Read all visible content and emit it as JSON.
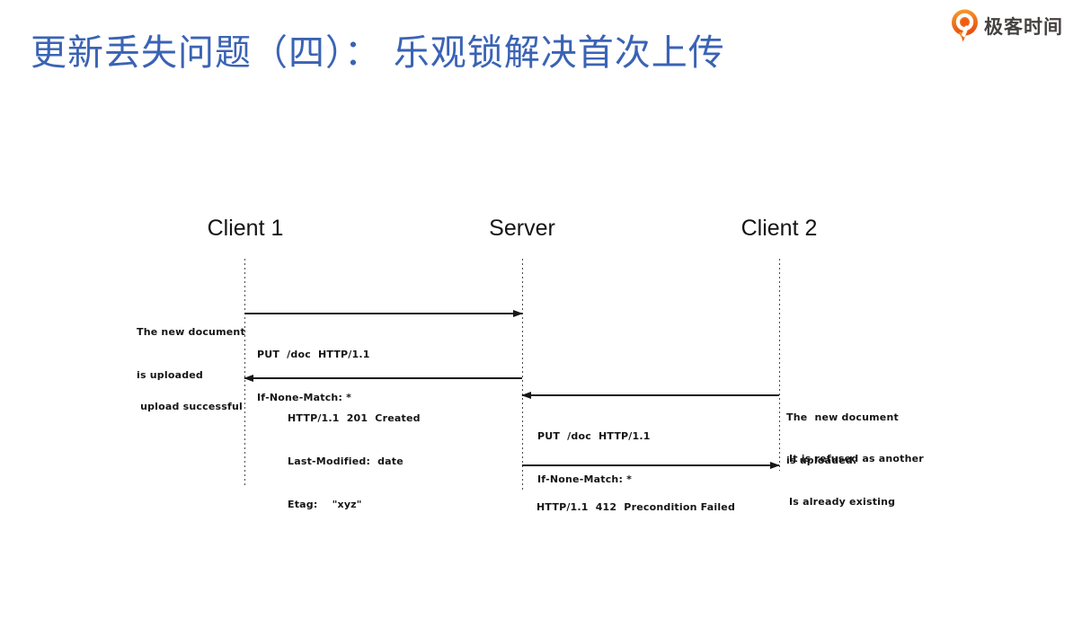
{
  "slide": {
    "title": "更新丢失问题（四）： 乐观锁解决首次上传",
    "title_color": "#3a63b4",
    "brand_name": "极客时间",
    "brand_color": "#ee5d13"
  },
  "diagram": {
    "type": "sequence",
    "actors": [
      {
        "label": "Client 1"
      },
      {
        "label": "Server"
      },
      {
        "label": "Client 2"
      }
    ],
    "messages": [
      {
        "from": "Client 1",
        "to": "Server",
        "lines": [
          "PUT  /doc  HTTP/1.1",
          "If-None-Match: *"
        ]
      },
      {
        "from": "Server",
        "to": "Client 1",
        "lines": [
          "HTTP/1.1  201  Created",
          "Last-Modified:  date",
          "Etag:    \"xyz\""
        ]
      },
      {
        "from": "Client 2",
        "to": "Server",
        "lines": [
          "PUT  /doc  HTTP/1.1",
          "If-None-Match: *"
        ]
      },
      {
        "from": "Server",
        "to": "Client 2",
        "lines": [
          "HTTP/1.1  412  Precondition Failed"
        ]
      }
    ],
    "notes": [
      {
        "side": "left",
        "lines": [
          "The new document",
          "is uploaded"
        ]
      },
      {
        "side": "left",
        "lines": [
          "upload successful"
        ]
      },
      {
        "side": "right",
        "lines": [
          "The  new document",
          "is uploaded."
        ]
      },
      {
        "side": "right",
        "lines": [
          "It is refused as another",
          "Is already existing"
        ]
      }
    ]
  }
}
